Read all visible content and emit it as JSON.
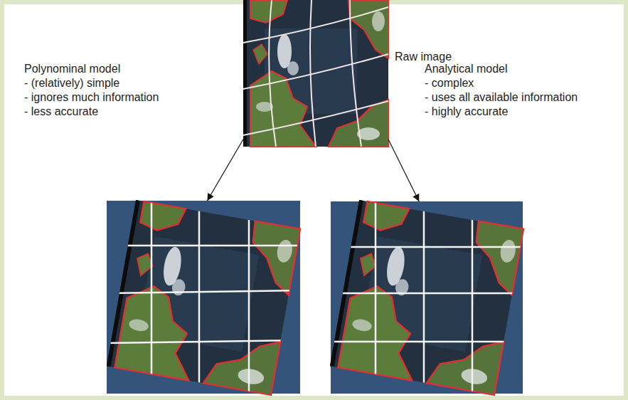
{
  "diagram": {
    "nodes": [
      {
        "text": [
          "Raw image"
        ]
      },
      {
        "text": [
          "Polynominal model",
          "- (relatively) simple",
          "- ignores much information",
          "- less accurate"
        ]
      },
      {
        "text": [
          "Analytical model",
          "- complex",
          "- uses all available information",
          "- highly accurate"
        ]
      }
    ],
    "edges": [
      {
        "from": 0,
        "to": 1,
        "arrow": "to"
      },
      {
        "from": 0,
        "to": 2,
        "arrow": "to"
      }
    ]
  }
}
